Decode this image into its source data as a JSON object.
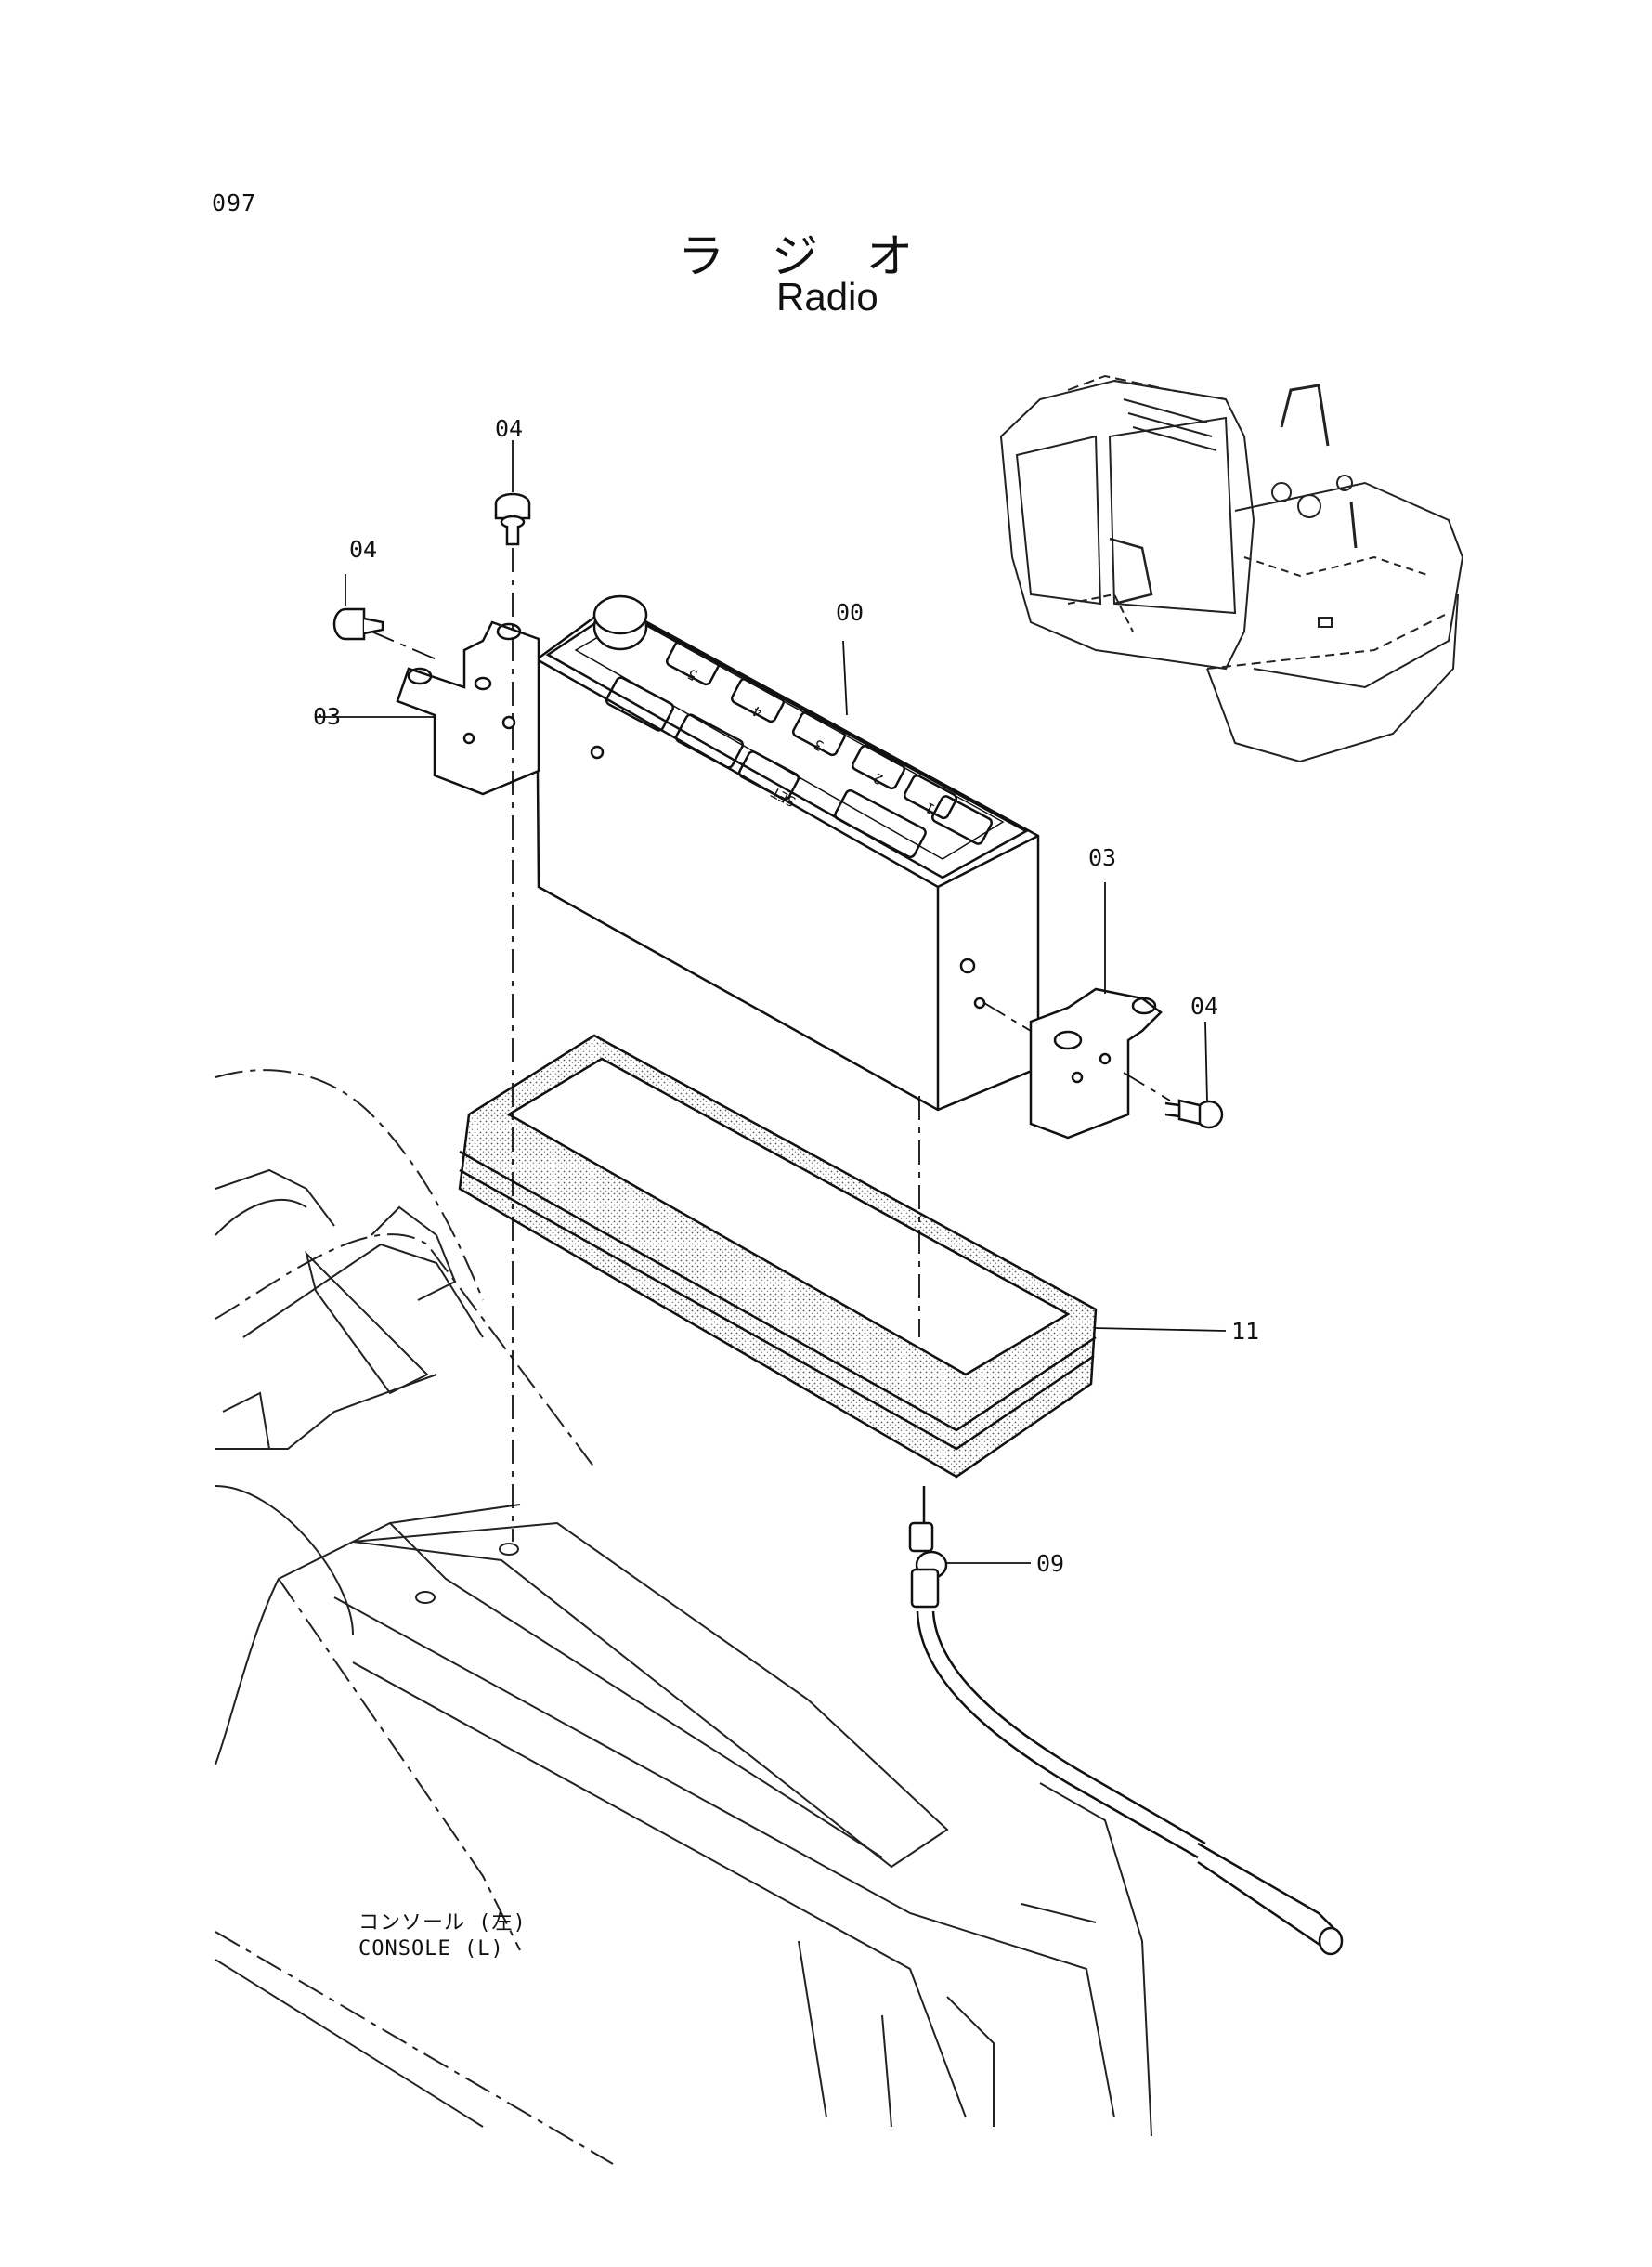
{
  "page_number": "097",
  "title_jp": "ラジオ",
  "title_en": "Radio",
  "callouts": {
    "c00": "00",
    "c03_left": "03",
    "c03_right": "03",
    "c04_top": "04",
    "c04_left": "04",
    "c04_right": "04",
    "c09": "09",
    "c11": "11"
  },
  "radio_buttons": {
    "b1": "1",
    "b2": "2",
    "b3": "3",
    "b4": "4",
    "b5": "5",
    "set": "SET"
  },
  "console_label_jp": "コンソール (左)",
  "console_label_en": "CONSOLE (L)"
}
